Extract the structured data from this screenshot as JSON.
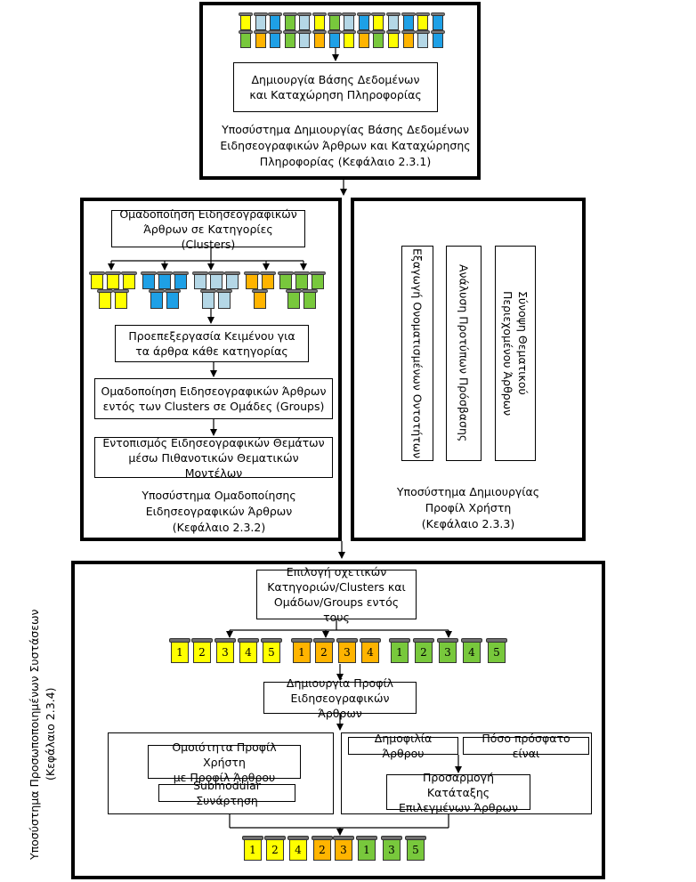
{
  "colors": {
    "yellow": "#ffff00",
    "orange": "#ffb400",
    "blue": "#1ea0e6",
    "lightblue": "#b4d7e6",
    "green": "#78c83c"
  },
  "top_section": {
    "box": "Δημιουργία Βάσης Δεδομένων\nκαι Καταχώρηση Πληροφορίας",
    "caption": "Υποσύστημα Δημιουργίας Βάσης Δεδομένων\nΕιδησεογραφικών Άρθρων και Καταχώρησης\nΠληροφορίας (Κεφάλαιο 2.3.1)"
  },
  "clustering_section": {
    "cluster_box": "Ομαδοποίηση Ειδησεογραφικών\nΆρθρων σε Κατηγορίες (Clusters)",
    "preprocess_box": "Προεπεξεργασία Κειμένου για\nτα άρθρα κάθε κατηγορίας",
    "groups_box": "Ομαδοποίηση Ειδησεογραφικών Άρθρων\nεντός των Clusters σε Ομάδες (Groups)",
    "topics_box": "Εντοπισμός Ειδησεογραφικών Θεμάτων\nμέσω Πιθανοτικών Θεματικών Μοντέλων",
    "caption": "Υποσύστημα Ομαδοποίησης\nΕιδησεογραφικών Άρθρων\n(Κεφάλαιο 2.3.2)"
  },
  "profile_section": {
    "vertical_boxes": [
      "Εξαγωγή Ονοματισμένων Οντοτήτων",
      "Ανάλυση Προτύπων Πρόσβασης",
      "Σύνοψη Θεματικού\nΠεριεχομένου Άρθρων"
    ],
    "caption": "Υποσύστημα Δημιουργίας\nΠροφίλ Χρήστη\n(Κεφάλαιο 2.3.3)"
  },
  "recommendation_section": {
    "select_box": "Επιλογή σχετικών\nΚατηγοριών/Clusters και\nΟμάδων/Groups εντός τους",
    "article_profile_box": "Δημιουργία Προφίλ\nΕιδησεογραφικών Άρθρων",
    "similarity_box": "Ομοιότητα Προφίλ Χρήστη\nμε Προφίλ Άρθρου",
    "submodular_box": "Submodular Συνάρτηση",
    "popularity_box": "Δημοφιλία Άρθρου",
    "recency_box": "Πόσο πρόσφατο είναι",
    "ranking_box": "Προσαρμογή Κατάταξης\nΕπιλεγμένων Άρθρων",
    "vertical_caption": "Υποσύστημα Προσωποποιημένων Συστάσεων\n(Κεφάλαιο 2.3.4)",
    "scroll_row_1": [
      "1",
      "2",
      "3",
      "4",
      "5",
      "1",
      "2",
      "3",
      "4",
      "1",
      "2",
      "3",
      "4",
      "5"
    ],
    "scroll_row_2": [
      "1",
      "2",
      "4",
      "2",
      "3",
      "1",
      "3",
      "5"
    ]
  }
}
